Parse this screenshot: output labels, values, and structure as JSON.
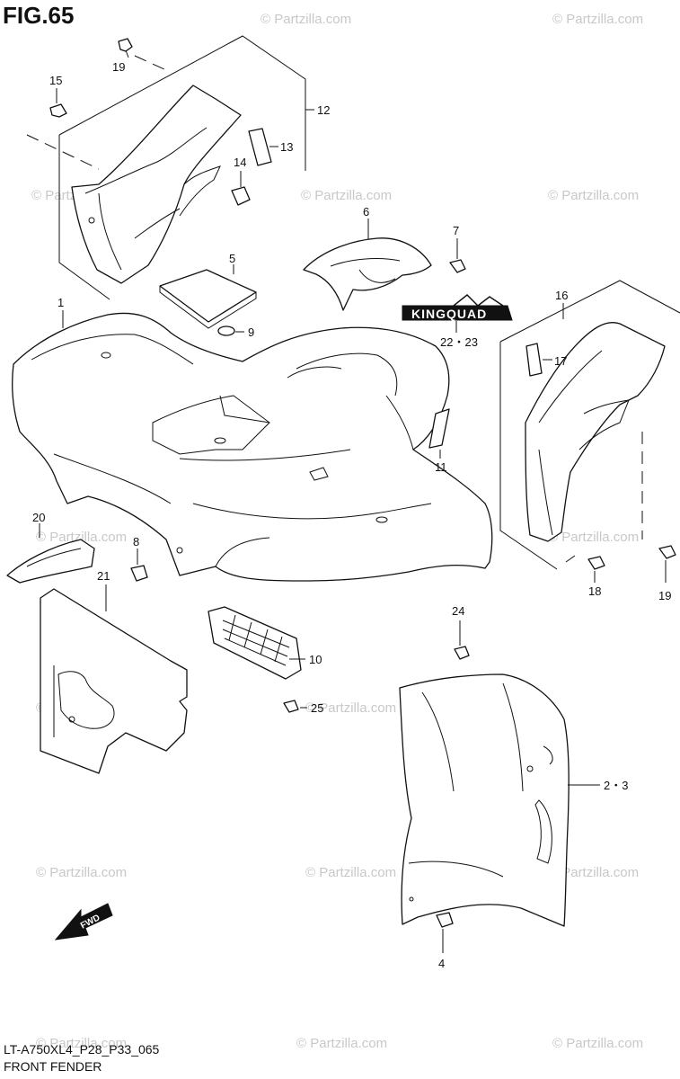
{
  "figure": {
    "title": "FIG.65"
  },
  "footer": {
    "model_code": "LT-A750XL4_P28_P33_065",
    "section_name": "FRONT FENDER"
  },
  "watermark": {
    "text": "© Partzilla.com"
  },
  "badge": {
    "text": "KINGQUAD"
  },
  "fwd_arrow": {
    "text": "FWD"
  },
  "callouts": [
    {
      "id": "c1",
      "label": "1"
    },
    {
      "id": "c23",
      "label": "2・3"
    },
    {
      "id": "c4",
      "label": "4"
    },
    {
      "id": "c5",
      "label": "5"
    },
    {
      "id": "c6",
      "label": "6"
    },
    {
      "id": "c7",
      "label": "7"
    },
    {
      "id": "c8",
      "label": "8"
    },
    {
      "id": "c9",
      "label": "9"
    },
    {
      "id": "c10",
      "label": "10"
    },
    {
      "id": "c11",
      "label": "11"
    },
    {
      "id": "c12",
      "label": "12"
    },
    {
      "id": "c13",
      "label": "13"
    },
    {
      "id": "c14",
      "label": "14"
    },
    {
      "id": "c15",
      "label": "15"
    },
    {
      "id": "c16",
      "label": "16"
    },
    {
      "id": "c17",
      "label": "17"
    },
    {
      "id": "c18",
      "label": "18"
    },
    {
      "id": "c19a",
      "label": "19"
    },
    {
      "id": "c19b",
      "label": "19"
    },
    {
      "id": "c20",
      "label": "20"
    },
    {
      "id": "c21",
      "label": "21"
    },
    {
      "id": "c2223",
      "label": "22・23"
    },
    {
      "id": "c24",
      "label": "24"
    },
    {
      "id": "c25",
      "label": "25"
    }
  ]
}
